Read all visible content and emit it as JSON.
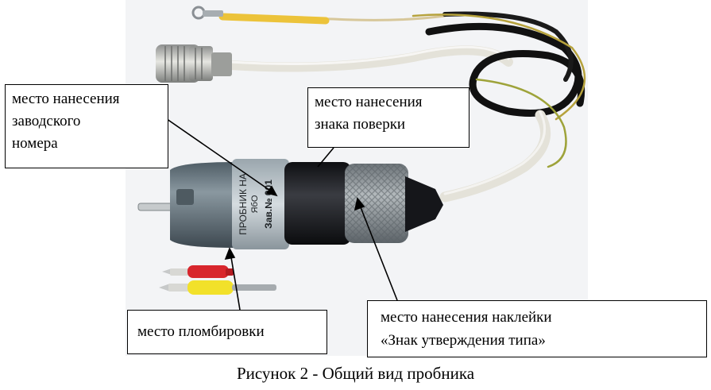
{
  "callouts": {
    "serial": [
      "место нанесения",
      "заводского",
      "номера"
    ],
    "verification": [
      "место нанесения",
      "знака поверки"
    ],
    "seal": [
      "место пломбировки"
    ],
    "type_label": [
      "место нанесения наклейки",
      "«Знак утверждения типа»"
    ]
  },
  "probe_label": {
    "line1": "ПРОБНИК НА",
    "line2": "ЯбО",
    "line3": "Зав.№ 001"
  },
  "caption": "Рисунок 2 - Общий вид пробника",
  "colors": {
    "body_grey": "#6f7c84",
    "sleeve_black": "#1c1d21",
    "knurl_grey": "#8e959a",
    "cable_white": "#e4e2d9",
    "cable_black": "#111111",
    "pin_red": "#d8262d",
    "pin_yellow": "#f2e12a",
    "wire_yellow": "#ecc33a"
  }
}
